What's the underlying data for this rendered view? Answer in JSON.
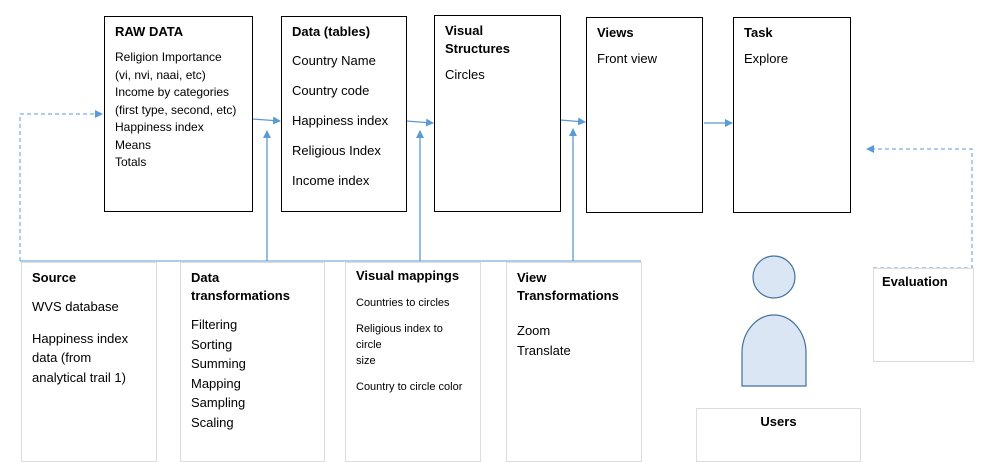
{
  "pipeline": {
    "raw_data": {
      "title": "RAW DATA",
      "lines": [
        "Religion Importance",
        "(vi, nvi, naai, etc)",
        "Income by categories",
        "(first type, second, etc)",
        "Happiness index",
        "Means",
        "Totals"
      ]
    },
    "data_tables": {
      "title": "Data (tables)",
      "lines": [
        "Country Name",
        "Country code",
        "Happiness index",
        "Religious Index",
        "Income index"
      ]
    },
    "visual_structures": {
      "title": "Visual Structures",
      "lines": [
        "Circles"
      ]
    },
    "views": {
      "title": "Views",
      "lines": [
        "Front view"
      ]
    },
    "task": {
      "title": "Task",
      "lines": [
        "Explore"
      ]
    }
  },
  "operators": {
    "source": {
      "title": "Source",
      "lines": [
        "WVS database",
        "Happiness index",
        "data (from",
        "analytical trail 1)"
      ]
    },
    "data_transformations": {
      "title_lines": [
        "Data",
        "transformations"
      ],
      "lines": [
        "Filtering",
        "Sorting",
        "Summing",
        "Mapping",
        "Sampling",
        "Scaling"
      ]
    },
    "visual_mappings": {
      "title": "Visual mappings",
      "items": [
        [
          "Countries to circles"
        ],
        [
          "Religious index to circle",
          "size"
        ],
        [
          "Country to circle color"
        ]
      ]
    },
    "view_transformations": {
      "title_lines": [
        "View",
        "Transformations"
      ],
      "lines": [
        "Zoom",
        "Translate"
      ]
    }
  },
  "evaluation": {
    "title": "Evaluation"
  },
  "users": {
    "title": "Users"
  },
  "colors": {
    "connector": "#5b9bd5",
    "user_fill": "#dae6f4",
    "user_stroke": "#41719c"
  }
}
